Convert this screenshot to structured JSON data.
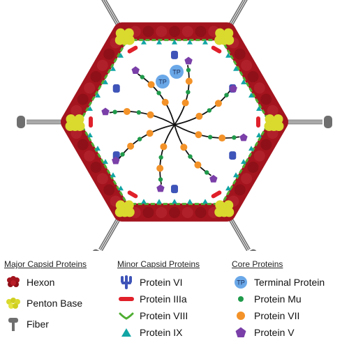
{
  "legend": {
    "major": {
      "header": "Major Capsid Proteins",
      "items": [
        {
          "label": "Hexon",
          "icon": "hexon-icon"
        },
        {
          "label": "Penton Base",
          "icon": "penton-base-icon"
        },
        {
          "label": "Fiber",
          "icon": "fiber-icon"
        }
      ]
    },
    "minor": {
      "header": "Minor Capsid Proteins",
      "items": [
        {
          "label": "Protein VI",
          "icon": "protein-vi-icon"
        },
        {
          "label": "Protein IIIa",
          "icon": "protein-iiia-icon"
        },
        {
          "label": "Protein VIII",
          "icon": "protein-viii-icon"
        },
        {
          "label": "Protein IX",
          "icon": "protein-ix-icon"
        }
      ]
    },
    "core": {
      "header": "Core Proteins",
      "items": [
        {
          "label": "Terminal Protein",
          "icon": "terminal-protein-icon"
        },
        {
          "label": "Protein Mu",
          "icon": "protein-mu-icon"
        },
        {
          "label": "Protein VII",
          "icon": "protein-vii-icon"
        },
        {
          "label": "Protein V",
          "icon": "protein-v-icon"
        }
      ]
    }
  },
  "diagram": {
    "tp_label": "TP"
  },
  "colors": {
    "hexon": "#a3141e",
    "penton_base": "#d9d92e",
    "fiber": "#6f6f6f",
    "protein_vi": "#3e54b8",
    "protein_iiia": "#e0202a",
    "protein_viii": "#4fae32",
    "protein_ix": "#12a5a5",
    "terminal_protein": "#6aa8e8",
    "protein_mu": "#1f9a4a",
    "protein_vii": "#f39228",
    "protein_v": "#7a3fa8",
    "dna": "#111111"
  }
}
